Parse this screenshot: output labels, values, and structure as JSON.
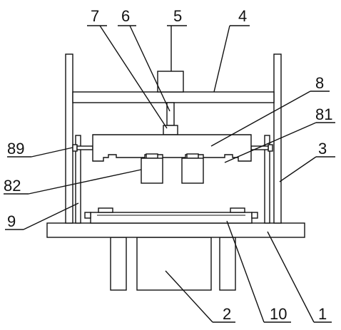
{
  "labels": {
    "l1": "1",
    "l2": "2",
    "l3": "3",
    "l4": "4",
    "l5": "5",
    "l6": "6",
    "l7": "7",
    "l8": "8",
    "l9": "9",
    "l10": "10",
    "l81": "81",
    "l82": "82",
    "l89": "89"
  }
}
